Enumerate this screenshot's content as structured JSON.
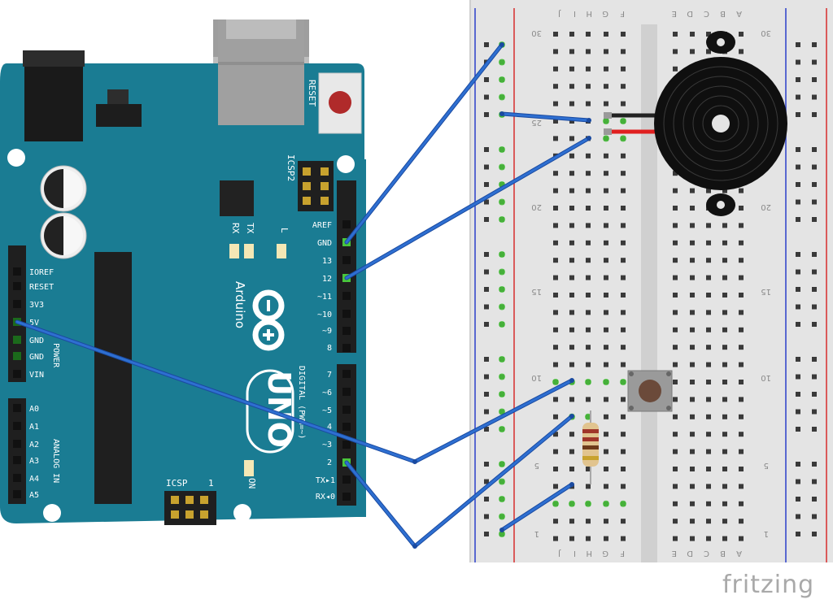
{
  "watermark": "fritzing",
  "arduino": {
    "brand": "Arduino",
    "model": "UNO",
    "reset_label": "RESET",
    "icsp2_label": "ICSP2",
    "icsp_label": "ICSP",
    "on_label": "ON",
    "digital_label": "DIGITAL (PWM=~)",
    "power_label": "POWER",
    "analog_label": "ANALOG IN",
    "led_labels": [
      "TX",
      "RX",
      "L"
    ],
    "top_header_labels": [
      "AREF",
      "GND",
      "13",
      "12",
      "~11",
      "~10",
      "~9",
      "8"
    ],
    "bottom_header_labels": [
      "7",
      "~6",
      "~5",
      "4",
      "~3",
      "2",
      "TX▸1",
      "RX◂0"
    ],
    "power_pins": [
      "IOREF",
      "RESET",
      "3V3",
      "5V",
      "GND",
      "GND",
      "VIN"
    ],
    "analog_pins": [
      "A0",
      "A1",
      "A2",
      "A3",
      "A4",
      "A5"
    ],
    "icsp_one": "1"
  },
  "breadboard": {
    "row_numbers_left": [
      "30",
      "25",
      "20",
      "15",
      "10",
      "5",
      "1"
    ],
    "letters_left": [
      "J",
      "I",
      "H",
      "G",
      "F"
    ],
    "letters_right": [
      "E",
      "D",
      "C",
      "B",
      "A"
    ],
    "body_color": "#e4e4e4",
    "rail_red": "#d62d2d",
    "rail_blue": "#2b3fc9"
  },
  "components": {
    "buzzer": "piezo-buzzer",
    "button": "push-button",
    "resistor": "resistor"
  },
  "colors": {
    "board": "#1a7c93",
    "wire": "#2e6fd1",
    "wire_outline": "#1a4aa0",
    "connected_hole": "#49c63b"
  }
}
